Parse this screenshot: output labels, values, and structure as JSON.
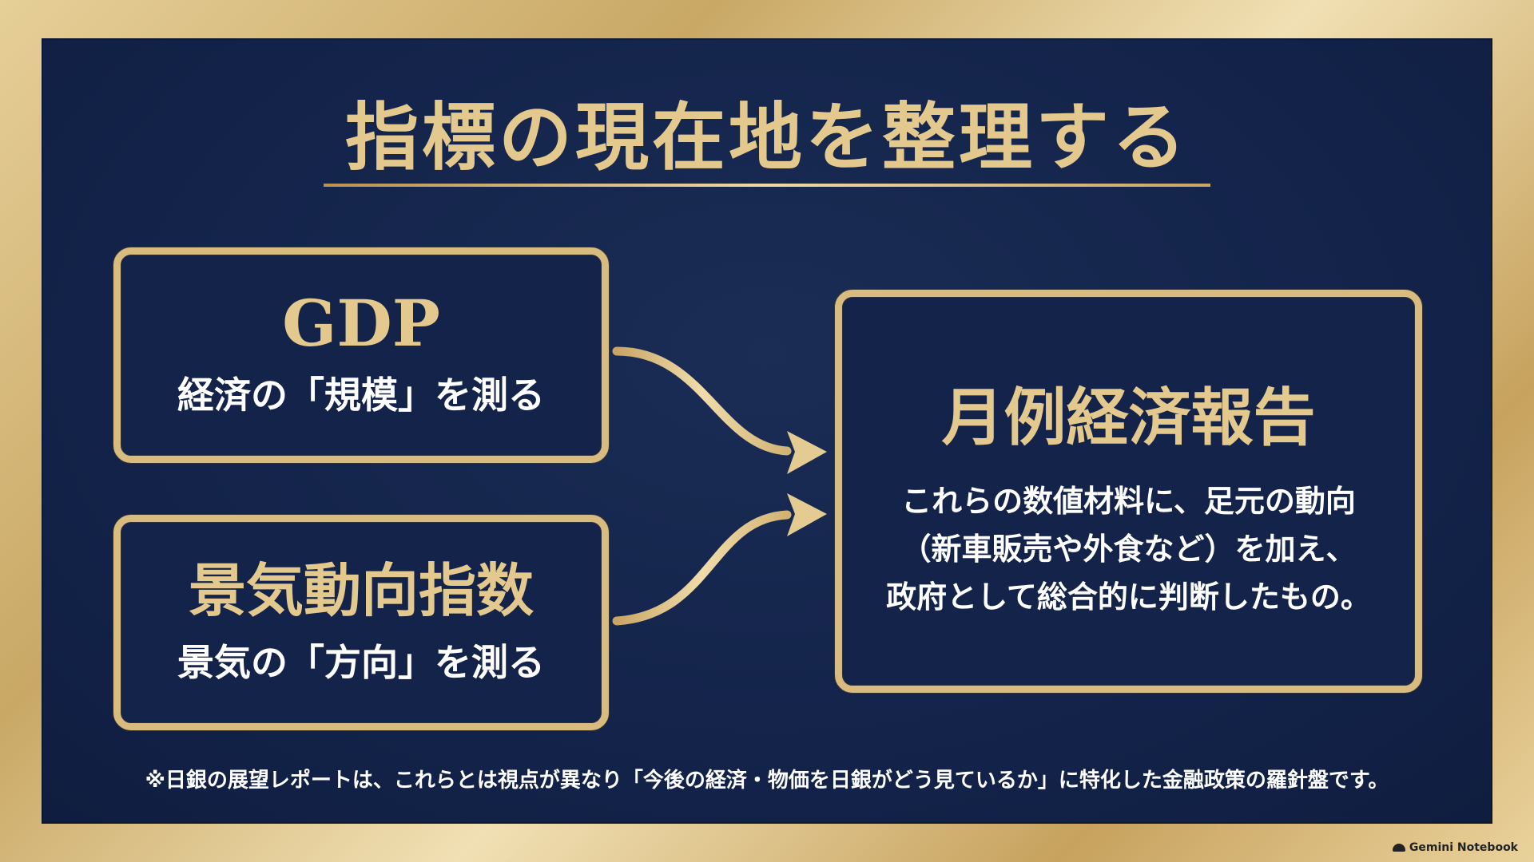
{
  "title": "指標の現在地を整理する",
  "boxes": {
    "gdp": {
      "heading": "GDP",
      "subtitle": "経済の「規模」を測る"
    },
    "keiki": {
      "heading": "景気動向指数",
      "subtitle": "景気の「方向」を測る"
    },
    "report": {
      "heading": "月例経済報告",
      "body_lines": [
        "これらの数値材料に、足元の動向",
        "（新車販売や外食など）を加え、",
        "政府として総合的に判断したもの。"
      ]
    }
  },
  "footnote": "※日銀の展望レポートは、これらとは視点が異なり「今後の経済・物価を日銀がどう見ているか」に特化した金融政策の羅針盤です。",
  "brand": "Gemini Notebook",
  "colors": {
    "navy": "#13234a",
    "gold": "#d8bb7e",
    "gold_text": "#e4c98e",
    "white": "#ffffff"
  }
}
